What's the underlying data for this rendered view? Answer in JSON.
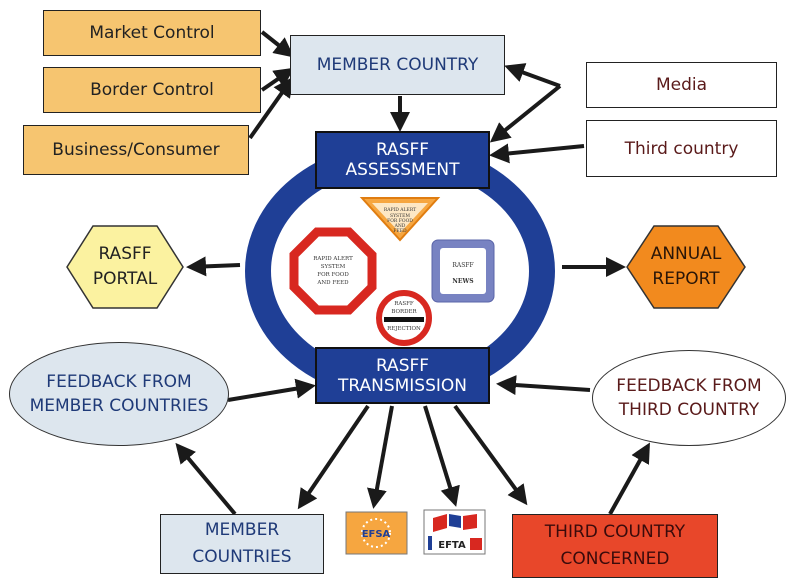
{
  "sources": {
    "market_control": "Market Control",
    "border_control": "Border Control",
    "business_consumer": "Business/Consumer"
  },
  "member_country": "MEMBER COUNTRY",
  "media": "Media",
  "third_country": "Third country",
  "assessment": {
    "line1": "RASFF",
    "line2": "ASSESSMENT"
  },
  "transmission": {
    "line1": "RASFF",
    "line2": "TRANSMISSION"
  },
  "portal": {
    "line1": "RASFF",
    "line2": "PORTAL"
  },
  "annual_report": {
    "line1": "ANNUAL",
    "line2": "REPORT"
  },
  "feedback_member": {
    "line1": "FEEDBACK FROM",
    "line2": "MEMBER COUNTRIES"
  },
  "feedback_third": {
    "line1": "FEEDBACK FROM",
    "line2": "THIRD COUNTRY"
  },
  "member_countries": {
    "line1": "MEMBER",
    "line2": "COUNTRIES"
  },
  "third_country_concerned": {
    "line1": "THIRD COUNTRY",
    "line2": "CONCERNED"
  },
  "logos": {
    "efsa": "EFSA",
    "efta": "EFTA",
    "news_title": "RASFF",
    "news_sub": "NEWS",
    "octagon_text": [
      "RAPID ALERT",
      "SYSTEM",
      "FOR FOOD",
      "AND FEED"
    ],
    "triangle_text": [
      "RAPID ALERT",
      "SYSTEM",
      "FOR FOOD",
      "AND",
      "FEED"
    ],
    "border_text": [
      "RASFF",
      "BORDER",
      "REJECTION"
    ]
  },
  "colors": {
    "ring": "#1f3f96",
    "orange_box": "#f6c570",
    "hexagon_portal": "#fbf2a0",
    "hexagon_report": "#f28a1e",
    "feedback_member_fill": "#dde6ee",
    "third_country_concerned": "#e8472a"
  }
}
